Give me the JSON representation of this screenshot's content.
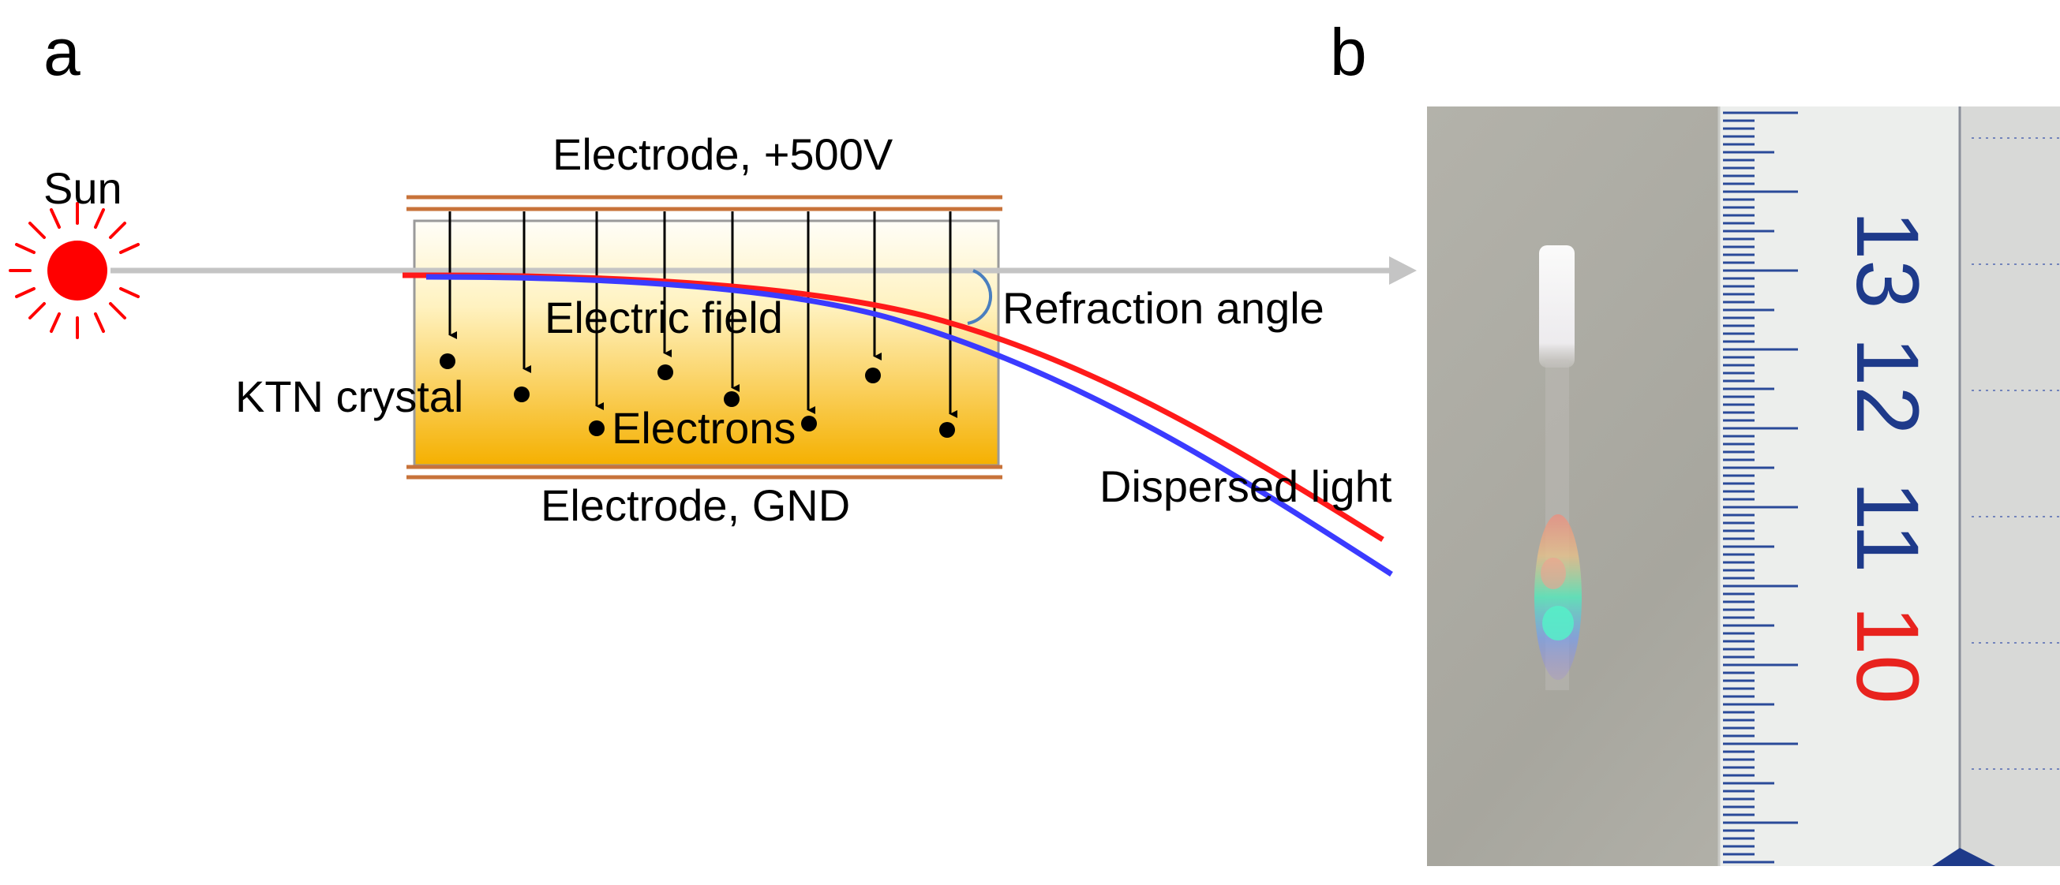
{
  "panel_a": {
    "label": "a",
    "sun_label": "Sun",
    "electrode_top": "Electrode, +500V",
    "electrode_bottom": "Electrode, GND",
    "electric_field": "Electric field",
    "crystal": "KTN crystal",
    "electrons": "Electrons",
    "refraction_angle": "Refraction angle",
    "dispersed_light": "Dispersed light"
  },
  "panel_b": {
    "label": "b",
    "ruler_numbers": [
      "13",
      "12",
      "11",
      "10"
    ]
  },
  "colors": {
    "sun": "#ff0000",
    "red_beam": "#ff1a1a",
    "blue_beam": "#3b3bff",
    "incident_beam": "#c4c4c4",
    "electrode": "#c8733a",
    "crystal_top": "#fffdf6",
    "crystal_bottom": "#f5b000",
    "ruler_blue": "#1e3a8a",
    "ruler_red": "#e8231e",
    "photo_background": "#a9a9a1"
  }
}
